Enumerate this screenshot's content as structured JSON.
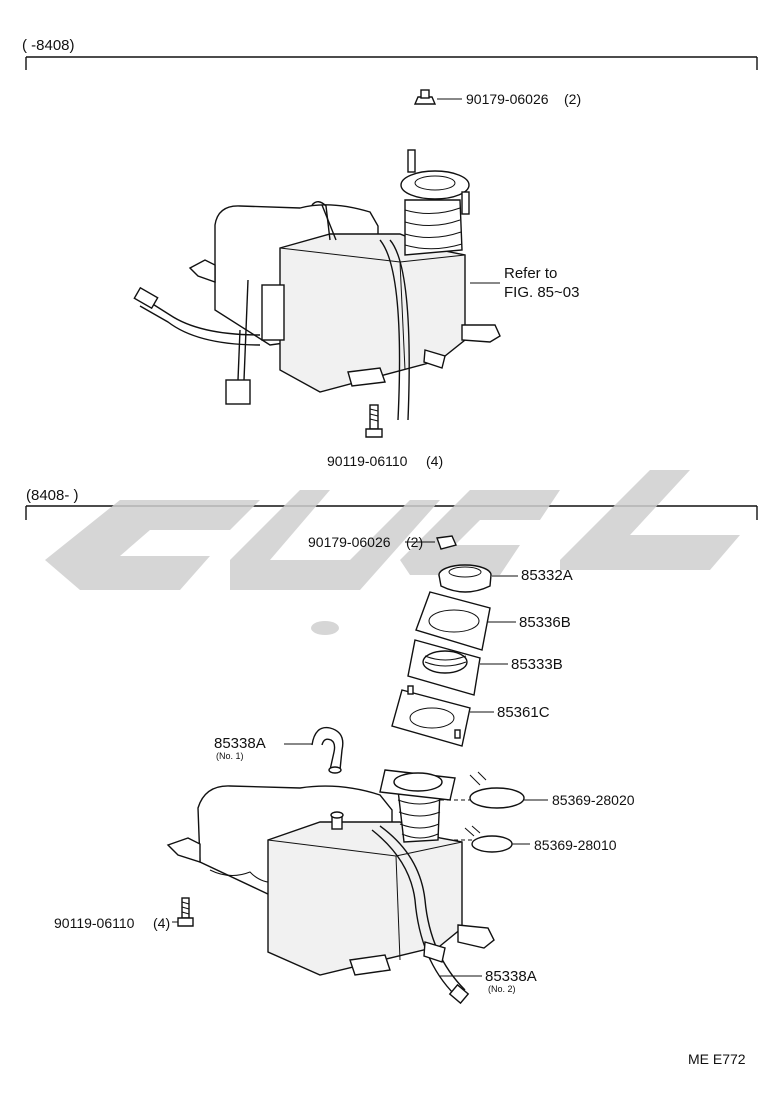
{
  "diagram": {
    "top_section": {
      "range_label": "(        -8408)",
      "parts": {
        "nut": "90179-06026",
        "nut_qty": "(2)",
        "refer_line1": "Refer to",
        "refer_line2": "FIG. 85~03",
        "bolt": "90119-06110",
        "bolt_qty": "(4)"
      }
    },
    "bottom_section": {
      "range_label": "(8408-        )",
      "parts": {
        "nut": "90179-06026",
        "nut_qty": "(2)",
        "cap": "85332A",
        "gasket_top": "85336B",
        "inlet": "85333B",
        "gasket_bottom": "85361C",
        "hose1": "85338A",
        "hose1_sub": "(No. 1)",
        "label1": "85369-28020",
        "label2": "85369-28010",
        "bolt": "90119-06110",
        "bolt_qty": "(4)",
        "hose2": "85338A",
        "hose2_sub": "(No. 2)"
      }
    },
    "figure_code": "ME E772"
  }
}
